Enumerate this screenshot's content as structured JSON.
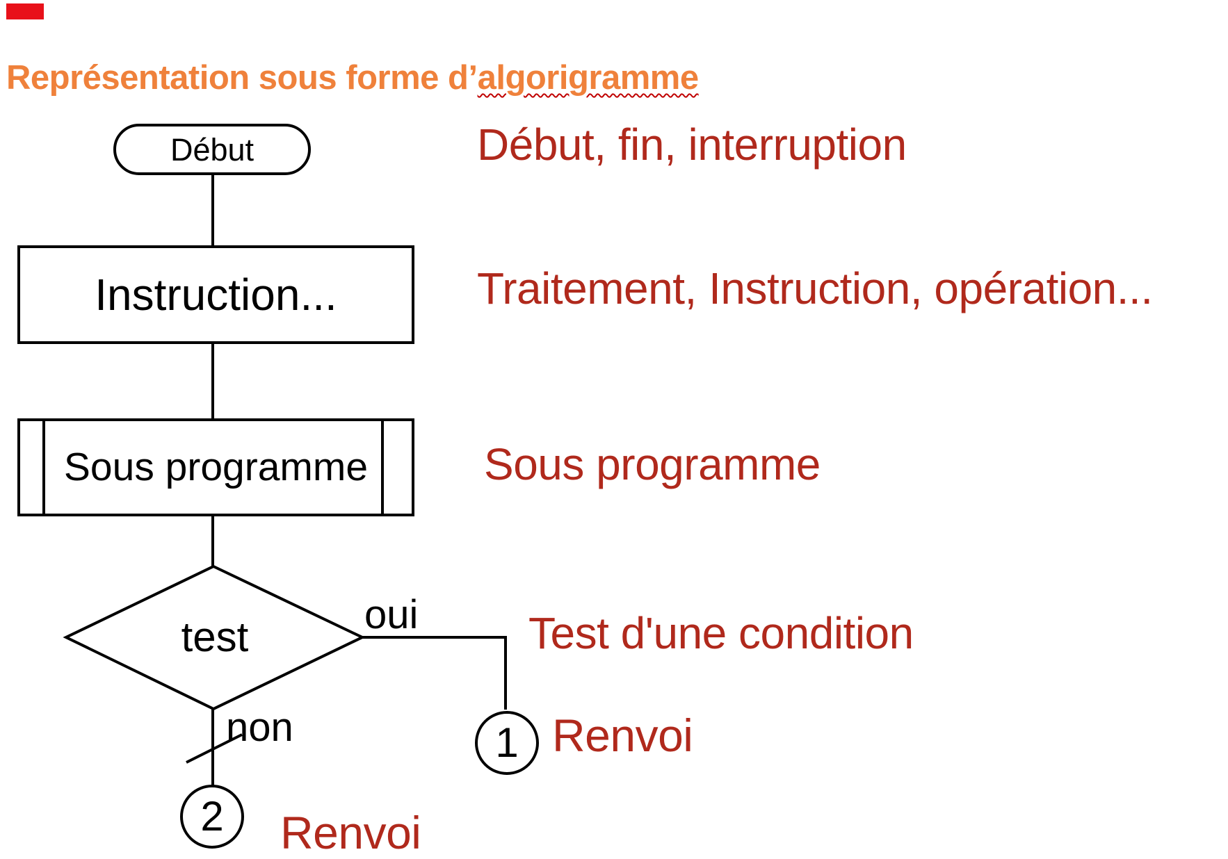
{
  "accent": {
    "bar_color": "#e8111a"
  },
  "title": {
    "prefix": "Représentation sous forme d’",
    "underlined_word": "algorigramme",
    "color": "#ef813b",
    "underline_color": "#c00000"
  },
  "flowchart": {
    "stroke_color": "#000000",
    "start": {
      "label": "Début"
    },
    "process": {
      "label": "Instruction..."
    },
    "subroutine": {
      "label": "Sous programme"
    },
    "decision": {
      "label": "test"
    },
    "yes_label": "oui",
    "no_label": "non",
    "offpage_1": {
      "label": "1"
    },
    "offpage_2": {
      "label": "2"
    }
  },
  "legend": {
    "text_color": "#b0291c",
    "start_end": "Début, fin, interruption",
    "process": "Traitement, Instruction, opération...",
    "subroutine": "Sous programme",
    "decision": "Test d'une condition",
    "connector_right": "Renvoi",
    "connector_bottom": "Renvoi"
  }
}
